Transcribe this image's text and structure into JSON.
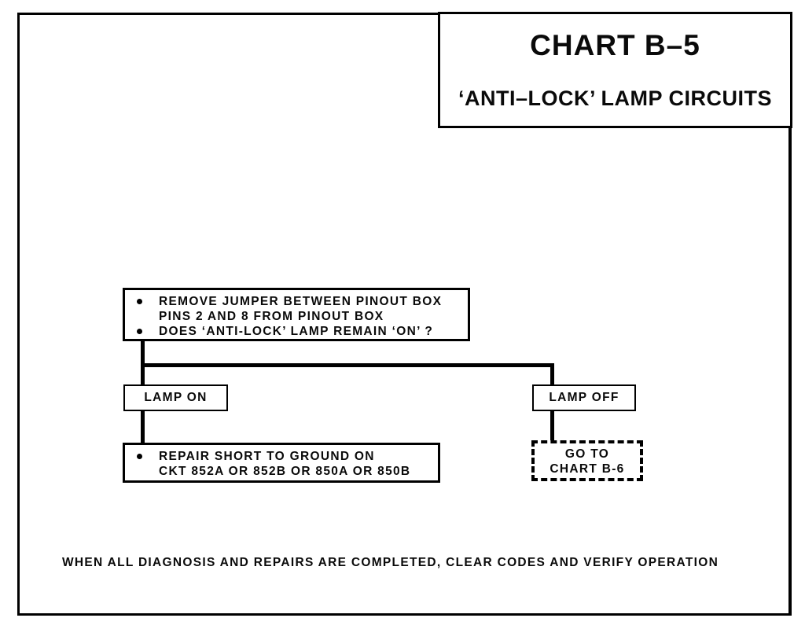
{
  "document": {
    "header": {
      "title": "CHART B–5",
      "subtitle": "‘ANTI–LOCK’ LAMP CIRCUITS"
    },
    "flowchart": {
      "decision_box": {
        "item1_line1": "REMOVE JUMPER BETWEEN PINOUT BOX",
        "item1_line2": "PINS 2 AND 8 FROM PINOUT BOX",
        "item2": "DOES ‘ANTI-LOCK’ LAMP REMAIN ‘ON’ ?"
      },
      "branch_left_label": "LAMP ON",
      "branch_right_label": "LAMP OFF",
      "repair_box": {
        "line1": "REPAIR SHORT TO GROUND ON",
        "line2": "CKT 852A OR 852B OR 850A OR 850B"
      },
      "goto_box": {
        "line1": "GO TO",
        "line2": "CHART B-6"
      }
    },
    "footer_note": "WHEN ALL DIAGNOSIS AND REPAIRS ARE COMPLETED, CLEAR CODES AND VERIFY OPERATION",
    "ink_color": "#0a0a0a",
    "paper_color": "#ffffff"
  }
}
